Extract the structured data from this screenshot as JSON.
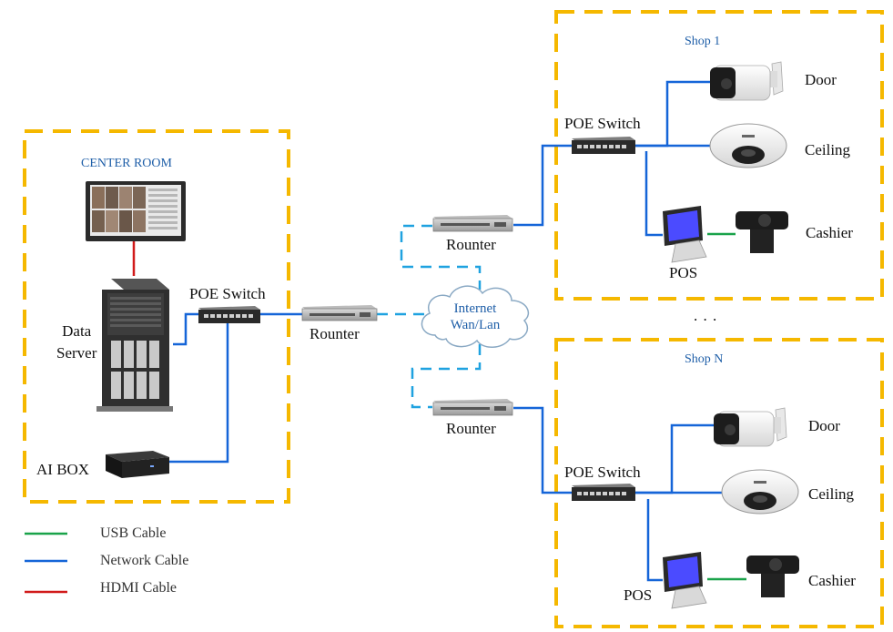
{
  "center_room": {
    "title": "CENTER ROOM",
    "poe_switch": "POE Switch",
    "data_server": "Data\nServer",
    "ai_box": "AI BOX",
    "router": "Rounter"
  },
  "internet": {
    "label": "Internet\nWan/Lan"
  },
  "shop_1": {
    "title": "Shop 1",
    "router": "Rounter",
    "poe_switch": "POE Switch",
    "door": "Door",
    "ceiling": "Ceiling",
    "cashier": "Cashier",
    "pos": "POS"
  },
  "ellipsis": ". . .",
  "shop_n": {
    "title": "Shop N",
    "router": "Rounter",
    "poe_switch": "POE Switch",
    "door": "Door",
    "ceiling": "Ceiling",
    "cashier": "Cashier",
    "pos": "POS"
  },
  "legend": [
    {
      "label": "USB Cable",
      "color": "#1aa34a"
    },
    {
      "label": "Network Cable",
      "color": "#1565d8"
    },
    {
      "label": "HDMI Cable",
      "color": "#d11a1a"
    }
  ],
  "colors": {
    "boundary": "#f5b800",
    "network": "#1565d8",
    "wan_dashed": "#1fa2e0",
    "usb": "#1aa34a",
    "hdmi": "#d11a1a"
  }
}
